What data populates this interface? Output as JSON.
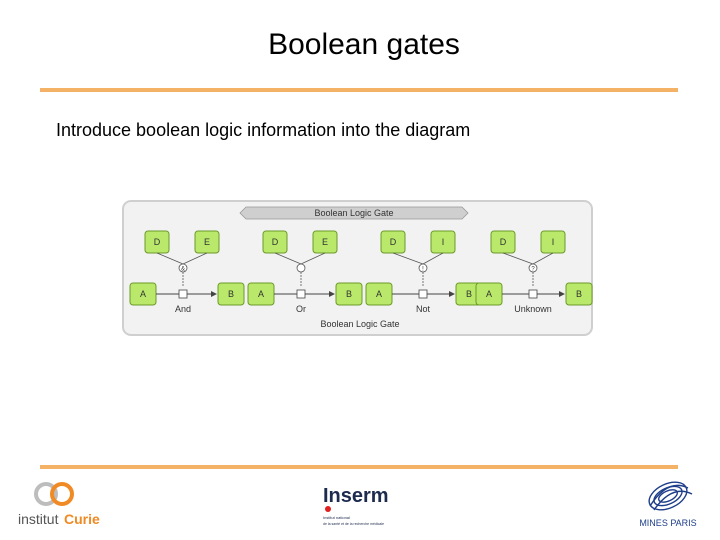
{
  "slide": {
    "title": "Boolean gates",
    "body": "Introduce boolean logic information into the diagram"
  },
  "diagram": {
    "header_label": "Boolean Logic Gate",
    "footer_label": "Boolean Logic Gate",
    "gates": [
      {
        "inputs": [
          "D",
          "E"
        ],
        "gate_symbol": "&",
        "source": "A",
        "target": "B",
        "label": "And"
      },
      {
        "inputs": [
          "D",
          "E"
        ],
        "gate_symbol": "",
        "source": "A",
        "target": "B",
        "label": "Or"
      },
      {
        "inputs": [
          "D",
          "I"
        ],
        "gate_symbol": "!",
        "source": "A",
        "target": "B",
        "label": "Not"
      },
      {
        "inputs": [
          "D",
          "I"
        ],
        "gate_symbol": "?",
        "source": "A",
        "target": "B",
        "label": "Unknown"
      }
    ]
  },
  "logos": {
    "curie": {
      "text_a": "institut",
      "text_b": "Curie"
    },
    "inserm": {
      "title": "Inserm",
      "line1": "Institut national",
      "line2": "de la santé et de la recherche médicale"
    },
    "mines": {
      "text": "MINES PARIS"
    }
  },
  "colors": {
    "accent_rule": "#f3b266",
    "node_fill": "#b9e86a",
    "node_stroke": "#6c9a2a",
    "curie_orange": "#f08a24",
    "mines_blue": "#1f3e8a"
  }
}
